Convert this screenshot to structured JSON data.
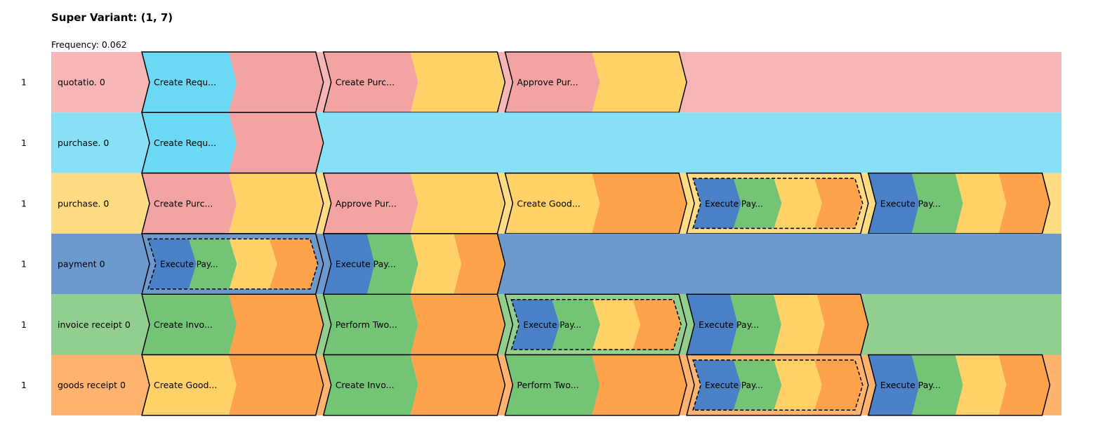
{
  "title": "Super Variant: (1, 7)",
  "frequency_label": "Frequency: 0.062",
  "colors": {
    "red": "#F4A3A3",
    "cyan": "#6BD8F4",
    "yellow": "#FFD166",
    "orange": "#FFA24C",
    "blue": "#4A80C6",
    "green": "#74C476",
    "row_bg": [
      "#F7B6B6",
      "#88E0F6",
      "#FFDB84",
      "#6C9ACF",
      "#92CF8F",
      "#FFB36E"
    ]
  },
  "rows": [
    {
      "count": "1",
      "label": "quotatio. 0",
      "chevrons": [
        {
          "type": "activity",
          "label": "Create Requ...",
          "colors": [
            "cyan",
            "red"
          ]
        },
        {
          "type": "activity",
          "label": "Create Purc...",
          "colors": [
            "red",
            "yellow"
          ]
        },
        {
          "type": "activity",
          "label": "Approve Pur...",
          "colors": [
            "red",
            "yellow"
          ]
        }
      ]
    },
    {
      "count": "1",
      "label": "purchase. 0",
      "chevrons": [
        {
          "type": "activity",
          "label": "Create Requ...",
          "colors": [
            "cyan",
            "red"
          ]
        }
      ]
    },
    {
      "count": "1",
      "label": "purchase. 0",
      "chevrons": [
        {
          "type": "activity",
          "label": "Create Purc...",
          "colors": [
            "red",
            "yellow"
          ]
        },
        {
          "type": "activity",
          "label": "Approve Pur...",
          "colors": [
            "red",
            "yellow"
          ]
        },
        {
          "type": "activity",
          "label": "Create Good...",
          "colors": [
            "yellow",
            "orange"
          ]
        },
        {
          "type": "optional",
          "label": "Execute Pay...",
          "colors": [
            "blue",
            "green",
            "yellow",
            "orange"
          ]
        },
        {
          "type": "activity",
          "label": "Execute Pay...",
          "colors": [
            "blue",
            "green",
            "yellow",
            "orange"
          ]
        }
      ]
    },
    {
      "count": "1",
      "label": "payment 0",
      "chevrons": [
        {
          "type": "optional",
          "label": "Execute Pay...",
          "colors": [
            "blue",
            "green",
            "yellow",
            "orange"
          ]
        },
        {
          "type": "activity",
          "label": "Execute Pay...",
          "colors": [
            "blue",
            "green",
            "yellow",
            "orange"
          ]
        }
      ]
    },
    {
      "count": "1",
      "label": "invoice receipt 0",
      "chevrons": [
        {
          "type": "activity",
          "label": "Create Invo...",
          "colors": [
            "green",
            "orange"
          ]
        },
        {
          "type": "activity",
          "label": "Perform Two...",
          "colors": [
            "green",
            "orange"
          ]
        },
        {
          "type": "optional",
          "label": "Execute Pay...",
          "colors": [
            "blue",
            "green",
            "yellow",
            "orange"
          ]
        },
        {
          "type": "activity",
          "label": "Execute Pay...",
          "colors": [
            "blue",
            "green",
            "yellow",
            "orange"
          ]
        }
      ]
    },
    {
      "count": "1",
      "label": "goods receipt 0",
      "chevrons": [
        {
          "type": "activity",
          "label": "Create Good...",
          "colors": [
            "yellow",
            "orange"
          ]
        },
        {
          "type": "activity",
          "label": "Create Invo...",
          "colors": [
            "green",
            "orange"
          ]
        },
        {
          "type": "activity",
          "label": "Perform Two...",
          "colors": [
            "green",
            "orange"
          ]
        },
        {
          "type": "optional",
          "label": "Execute Pay...",
          "colors": [
            "blue",
            "green",
            "yellow",
            "orange"
          ]
        },
        {
          "type": "activity",
          "label": "Execute Pay...",
          "colors": [
            "blue",
            "green",
            "yellow",
            "orange"
          ]
        }
      ]
    }
  ]
}
